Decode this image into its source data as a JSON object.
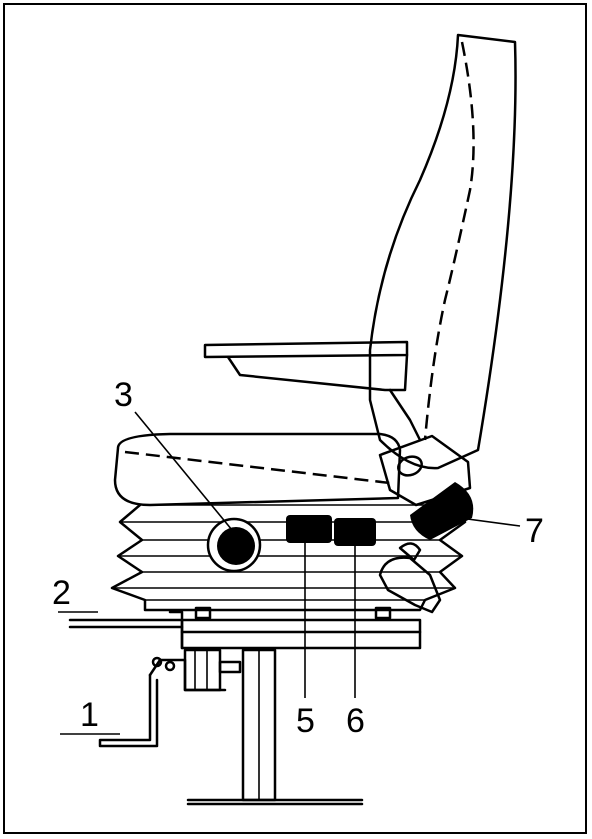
{
  "callouts": {
    "c1": "1",
    "c2": "2",
    "c3": "3",
    "c5": "5",
    "c6": "6",
    "c7": "7"
  },
  "colors": {
    "ink": "#000000",
    "paper": "#ffffff"
  }
}
